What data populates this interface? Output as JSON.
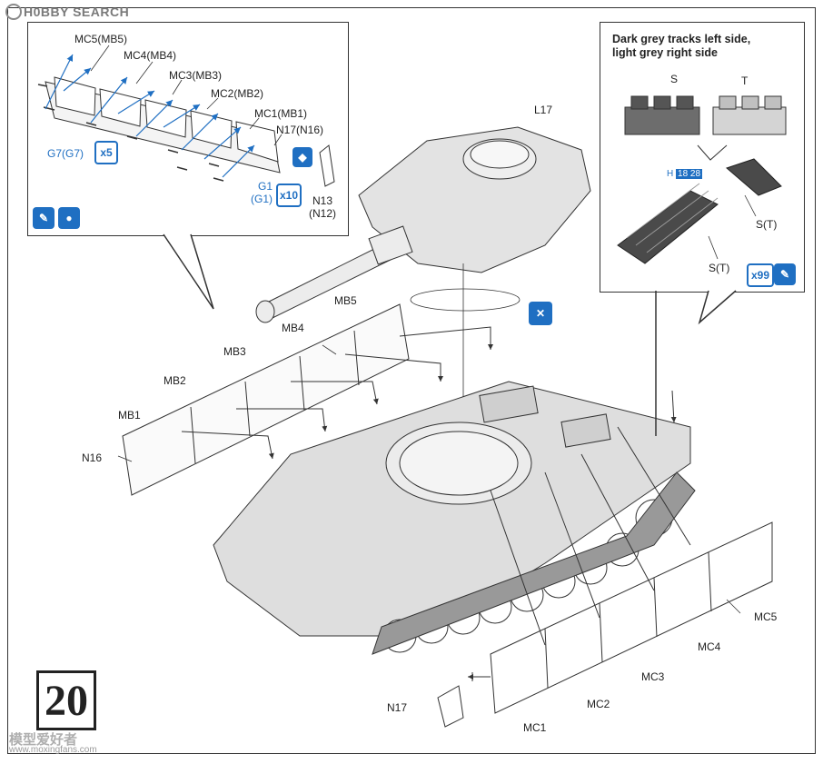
{
  "watermark": {
    "brand": "H0BBY SEARCH",
    "bottom_text": "模型爱好者",
    "bottom_url": "www.moxingfans.com"
  },
  "step_number": "20",
  "left_callout": {
    "parts": [
      "MC5(MB5)",
      "MC4(MB4)",
      "MC3(MB3)",
      "MC2(MB2)",
      "MC1(MB1)",
      "N17(N16)",
      "N13",
      "(N12)"
    ],
    "g7_label": "G7(G7)",
    "g7_qty": "x5",
    "g1_label": "G1",
    "g1_label2": "(G1)",
    "g1_qty": "x10"
  },
  "right_callout": {
    "note_line1": "Dark grey tracks left side,",
    "note_line2": "light grey right side",
    "track_s": "S",
    "track_t": "T",
    "st_label": "S(T)",
    "st_label2": "S(T)",
    "h_badge": "H",
    "h_nums": "18 28",
    "qty": "x99"
  },
  "main_labels": {
    "l17": "L17",
    "mb5": "MB5",
    "mb4": "MB4",
    "mb3": "MB3",
    "mb2": "MB2",
    "mb1": "MB1",
    "n16": "N16",
    "mc5": "MC5",
    "mc4": "MC4",
    "mc3": "MC3",
    "mc2": "MC2",
    "mc1": "MC1",
    "n17": "N17"
  },
  "colors": {
    "accent_blue": "#1f6fc2",
    "hull_grey": "#d9d9d9",
    "line": "#333333"
  }
}
